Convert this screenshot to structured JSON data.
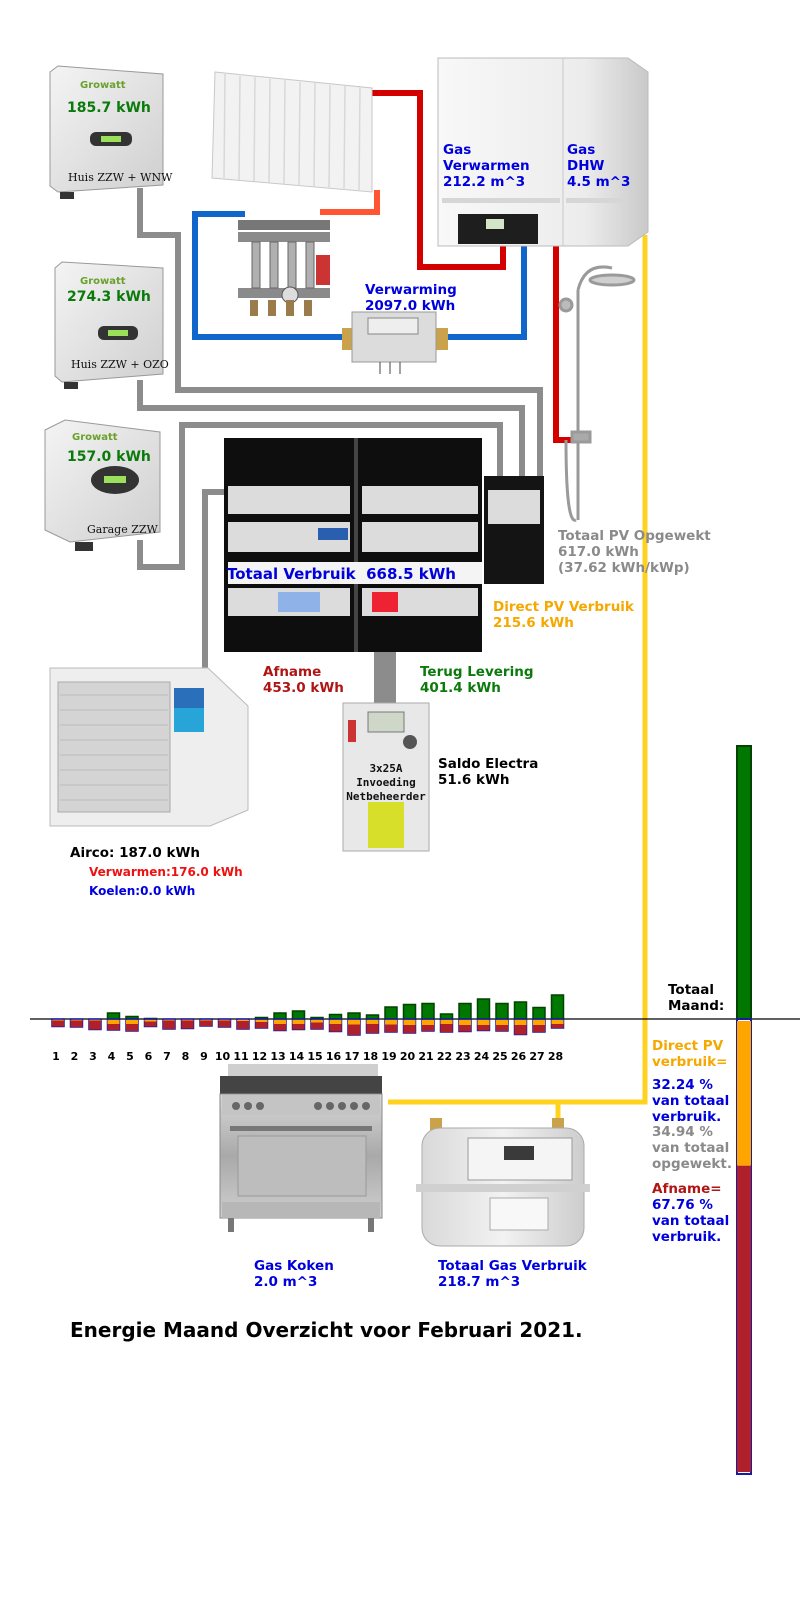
{
  "title": "Energie Maand Overzicht voor Februari 2021.",
  "inverters": [
    {
      "brand": "Growatt",
      "value": "185.7 kWh",
      "name": "Huis ZZW + WNW"
    },
    {
      "brand": "Growatt",
      "value": "274.3 kWh",
      "name": "Huis ZZW + OZO"
    },
    {
      "brand": "Growatt",
      "value": "157.0 kWh",
      "name": "Garage ZZW"
    }
  ],
  "gas_heating": {
    "line1": "Gas",
    "line2": "Verwarmen",
    "value": "212.2 m^3"
  },
  "gas_dhw": {
    "line1": "Gas",
    "line2": "DHW",
    "value": "4.5 m^3"
  },
  "heating": {
    "label": "Verwarming",
    "value": "2097.0 kWh"
  },
  "total_pv": {
    "label": "Totaal PV Opgewekt",
    "value": "617.0 kWh",
    "per_kwp": "(37.62 kWh/kWp)"
  },
  "total_consumption": {
    "label": "Totaal Verbruik",
    "value": "668.5 kWh"
  },
  "direct_pv": {
    "label": "Direct PV Verbruik",
    "value": "215.6 kWh"
  },
  "afname": {
    "label": "Afname",
    "value": "453.0 kWh"
  },
  "terug_levering": {
    "label": "Terug Levering",
    "value": "401.4 kWh"
  },
  "saldo": {
    "label": "Saldo Electra",
    "value": "51.6 kWh"
  },
  "meter": {
    "line1": "3x25A",
    "line2": "Invoeding",
    "line3": "Netbeheerder"
  },
  "airco": {
    "label": "Airco: 187.0 kWh",
    "heating": "Verwarmen:176.0 kWh",
    "cooling": "Koelen:0.0 kWh"
  },
  "gas_cooking": {
    "label": "Gas Koken",
    "value": "2.0 m^3"
  },
  "total_gas": {
    "label": "Totaal Gas Verbruik",
    "value": "218.7 m^3"
  },
  "summary": {
    "header_line1": "Totaal",
    "header_line2": "Maand:",
    "direct_line1": "Direct PV",
    "direct_line2": "verbruik=",
    "direct_pct_total": "32.24 %",
    "of_total_consumption_1": "van totaal",
    "of_total_consumption_2": "verbruik.",
    "direct_pct_generated": "34.94 %",
    "of_total_generated_1": "van totaal",
    "of_total_generated_2": "opgewekt.",
    "afname_line": "Afname=",
    "afname_pct": "67.76 %",
    "afname_of_1": "van totaal",
    "afname_of_2": "verbruik."
  },
  "colors": {
    "pv_export": "#007700",
    "direct_pv": "#ffa500",
    "grid_import": "#b0202a",
    "bar_outline": "#1a1aa0",
    "pv_line": "#ffd21f",
    "gray_wire": "#8c8c8c",
    "hot_pipe": "#d40000",
    "cold_pipe": "#1166cc"
  },
  "chart_data": {
    "type": "bar",
    "title": "",
    "xlabel": "",
    "ylabel": "",
    "categories": [
      "1",
      "2",
      "3",
      "4",
      "5",
      "6",
      "7",
      "8",
      "9",
      "10",
      "11",
      "12",
      "13",
      "14",
      "15",
      "16",
      "17",
      "18",
      "19",
      "20",
      "21",
      "22",
      "23",
      "24",
      "25",
      "26",
      "27",
      "28"
    ],
    "series": [
      {
        "name": "",
        "values": [
          0.0,
          0.0,
          0.0,
          6.0,
          2.5,
          0.5,
          0.0,
          0.0,
          0.0,
          0.0,
          0.0,
          1.5,
          6.0,
          8.0,
          1.5,
          4.5,
          6.0,
          4.0,
          12.0,
          14.5,
          15.5,
          5.0,
          15.5,
          20.0,
          15.5,
          17.0,
          11.5,
          24.0
        ]
      },
      {
        "name": "",
        "values": [
          0.5,
          0.5,
          0.5,
          4.0,
          4.0,
          1.5,
          0.5,
          0.5,
          0.5,
          0.5,
          1.0,
          2.0,
          4.0,
          4.0,
          2.5,
          4.0,
          4.5,
          4.0,
          4.5,
          5.0,
          5.0,
          4.0,
          5.0,
          5.0,
          5.0,
          5.0,
          5.0,
          4.0
        ]
      },
      {
        "name": "",
        "values": [
          7.0,
          7.5,
          10.0,
          7.0,
          8.0,
          6.0,
          9.5,
          9.0,
          6.5,
          7.5,
          9.0,
          7.0,
          7.5,
          6.5,
          7.5,
          8.5,
          11.5,
          10.0,
          8.5,
          9.0,
          7.0,
          9.0,
          7.5,
          6.5,
          7.0,
          10.5,
          8.0,
          5.0
        ]
      }
    ],
    "total_month": {
      "pv_export_pct": 60.0,
      "direct_pct_of_consumption": 32.24,
      "afname_pct_of_consumption": 67.76
    }
  }
}
